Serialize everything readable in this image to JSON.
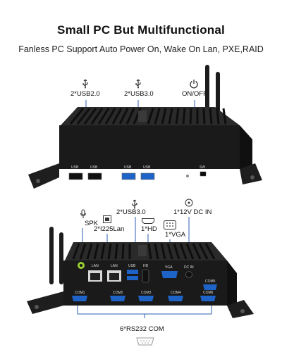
{
  "header": {
    "title": "Small PC But Multifunctional",
    "subtitle": "Fanless PC Support Auto Power On, Wake On Lan, PXE,RAID"
  },
  "top_unit": {
    "callouts": {
      "usb2": "2*USB2.0",
      "usb3": "2*USB3.0",
      "power": "ON/OFF"
    },
    "port_labels": {
      "usb_a": "USB",
      "usb_b": "USB",
      "usb_c": "USB",
      "usb_d": "USB",
      "sw": "SW"
    }
  },
  "bottom_unit": {
    "callouts": {
      "spk": "SPK",
      "lan": "2*I225Lan",
      "usb3": "2*USB3.0",
      "hd": "1*HD",
      "dc": "1*12V DC IN",
      "vga": "1*VGA",
      "com": "6*RS232 COM"
    },
    "port_labels": {
      "lan1": "LAN",
      "lan2": "LAN",
      "usb": "USB",
      "hd": "HD",
      "vga": "VGA",
      "dcin": "DC IN",
      "com1": "COM1",
      "com2": "COM2",
      "com3": "COM3",
      "com4": "COM4",
      "com5": "COM5",
      "com6": "COM6"
    }
  },
  "colors": {
    "chassis": "#1a1a1a",
    "line": "#2d5fb0",
    "port_blue": "#1e64c8",
    "port_black": "#111111",
    "speaker_green": "#9acd32"
  }
}
